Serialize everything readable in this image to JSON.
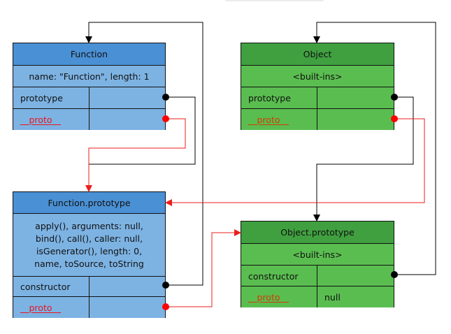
{
  "colors": {
    "function_header": "#4a90d4",
    "function_body": "#7db3e3",
    "object_header": "#40a040",
    "object_body": "#5abd50",
    "prototype_link": "#000000",
    "proto_link": "#e8141e"
  },
  "boxes": {
    "function": {
      "title": "Function",
      "summary": "name: \"Function\", length: 1",
      "rows": [
        {
          "key": "prototype",
          "value": ""
        },
        {
          "key": "__proto__",
          "value": ""
        }
      ]
    },
    "object": {
      "title": "Object",
      "summary": "<built-ins>",
      "rows": [
        {
          "key": "prototype",
          "value": ""
        },
        {
          "key": "__proto__",
          "value": ""
        }
      ]
    },
    "function_prototype": {
      "title": "Function.prototype",
      "summary_lines": [
        "apply(), arguments: null,",
        "bind(), call(), caller: null,",
        "isGenerator(), length: 0,",
        "name, toSource, toString"
      ],
      "rows": [
        {
          "key": "constructor",
          "value": ""
        },
        {
          "key": "__proto__",
          "value": ""
        }
      ]
    },
    "object_prototype": {
      "title": "Object.prototype",
      "summary": "<built-ins>",
      "rows": [
        {
          "key": "constructor",
          "value": ""
        },
        {
          "key": "__proto__",
          "value": "null"
        }
      ]
    }
  },
  "links": [
    {
      "from": "Function.prototype",
      "to": "Function.prototype object",
      "kind": "prototype"
    },
    {
      "from": "Function.__proto__",
      "to": "Function.prototype object",
      "kind": "__proto__"
    },
    {
      "from": "Function.prototype.constructor",
      "to": "Function",
      "kind": "constructor"
    },
    {
      "from": "Function.prototype.__proto__",
      "to": "Object.prototype object",
      "kind": "__proto__"
    },
    {
      "from": "Object.prototype",
      "to": "Object.prototype object",
      "kind": "prototype"
    },
    {
      "from": "Object.__proto__",
      "to": "Function.prototype object",
      "kind": "__proto__"
    },
    {
      "from": "Object.prototype.constructor",
      "to": "Object",
      "kind": "constructor"
    }
  ]
}
